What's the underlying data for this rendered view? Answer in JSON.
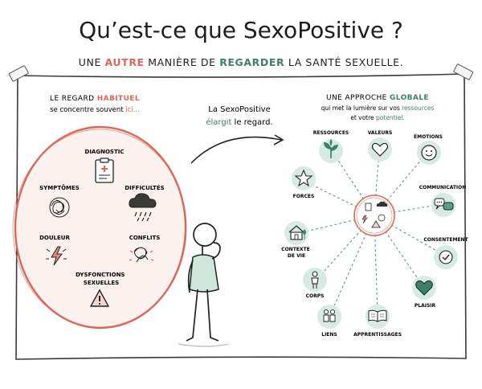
{
  "title": "Qu’est-ce que SexoPositive ?",
  "subtitle": {
    "p1": "UNE ",
    "p2": "AUTRE",
    "p3": " MANIÈRE DE ",
    "p4": "REGARDER",
    "p5": " LA SANTÉ SEXUELLE."
  },
  "left_heading": {
    "l1a": "LE REGARD ",
    "l1b": "HABITUEL",
    "l2a": "se concentre souvent ",
    "l2b": "ici..."
  },
  "left_items": {
    "diagnostic": "DIAGNOSTIC",
    "symptomes": "SYMPTÔMES",
    "difficultes": "DIFFICULTÉS",
    "douleur": "DOULEUR",
    "conflits": "CONFLITS",
    "dysfonctions_1": "DYSFONCTIONS",
    "dysfonctions_2": "SEXUELLES"
  },
  "middle": {
    "l1": "La SexoPositive",
    "l2a": "élargit",
    "l2b": " le regard."
  },
  "right_heading": {
    "l1a": "UNE APPROCHE ",
    "l1b": "GLOBALE",
    "l2a": "qui met la lumière sur vos ",
    "l2b": "ressources",
    "l3a": "et votre ",
    "l3b": "potentiel."
  },
  "right_items": {
    "ressources": "RESSOURCES",
    "valeurs": "VALEURS",
    "emotions": "ÉMOTIONS",
    "forces": "FORCES",
    "communication": "COMMUNICATION",
    "contexte_1": "CONTEXTE",
    "contexte_2": "DE VIE",
    "consentement": "CONSENTEMENT",
    "corps": "CORPS",
    "plaisir": "PLAISIR",
    "liens": "LIENS",
    "apprentissages": "APPRENTISSAGES"
  },
  "colors": {
    "accent_red": "#d9685a",
    "accent_green": "#3f7f6b",
    "mint": "#d7ebe3",
    "ink": "#222222"
  },
  "icons": [
    "clipboard-icon",
    "scribble-icon",
    "storm-cloud-icon",
    "lightning-icon",
    "tangle-icon",
    "warning-icon",
    "plant-icon",
    "heart-icon",
    "smiley-icon",
    "star-icon",
    "speech-bubbles-icon",
    "house-icon",
    "check-icon",
    "person-icon",
    "heart-filled-icon",
    "people-icon",
    "book-icon",
    "stick-figure"
  ]
}
